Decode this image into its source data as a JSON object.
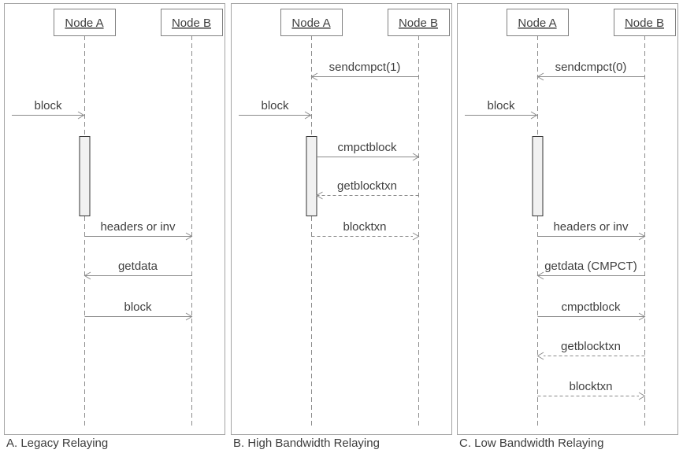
{
  "panels": [
    {
      "caption": "A. Legacy Relaying",
      "node_a": "Node A",
      "node_b": "Node B",
      "incoming": {
        "label": "block",
        "from": "external",
        "to": "Node A",
        "style": "solid"
      },
      "messages": [
        {
          "label": "headers or inv",
          "from": "Node A",
          "to": "Node B",
          "style": "solid"
        },
        {
          "label": "getdata",
          "from": "Node B",
          "to": "Node A",
          "style": "solid"
        },
        {
          "label": "block",
          "from": "Node A",
          "to": "Node B",
          "style": "solid"
        }
      ]
    },
    {
      "caption": "B. High Bandwidth Relaying",
      "node_a": "Node A",
      "node_b": "Node B",
      "pre_messages": [
        {
          "label": "sendcmpct(1)",
          "from": "Node B",
          "to": "Node A",
          "style": "solid"
        }
      ],
      "incoming": {
        "label": "block",
        "from": "external",
        "to": "Node A",
        "style": "solid"
      },
      "messages": [
        {
          "label": "cmpctblock",
          "from": "Node A",
          "to": "Node B",
          "style": "solid"
        },
        {
          "label": "getblocktxn",
          "from": "Node B",
          "to": "Node A",
          "style": "dashed"
        },
        {
          "label": "blocktxn",
          "from": "Node A",
          "to": "Node B",
          "style": "dashed"
        }
      ]
    },
    {
      "caption": "C. Low Bandwidth Relaying",
      "node_a": "Node A",
      "node_b": "Node B",
      "pre_messages": [
        {
          "label": "sendcmpct(0)",
          "from": "Node B",
          "to": "Node A",
          "style": "solid"
        }
      ],
      "incoming": {
        "label": "block",
        "from": "external",
        "to": "Node A",
        "style": "solid"
      },
      "messages": [
        {
          "label": "headers or inv",
          "from": "Node A",
          "to": "Node B",
          "style": "solid"
        },
        {
          "label": "getdata (CMPCT)",
          "from": "Node B",
          "to": "Node A",
          "style": "solid"
        },
        {
          "label": "cmpctblock",
          "from": "Node A",
          "to": "Node B",
          "style": "solid"
        },
        {
          "label": "getblocktxn",
          "from": "Node B",
          "to": "Node A",
          "style": "dashed"
        },
        {
          "label": "blocktxn",
          "from": "Node A",
          "to": "Node B",
          "style": "dashed"
        }
      ]
    }
  ],
  "colors": {
    "panel_border": "#a3a3a3",
    "node_border": "#808080",
    "line": "#8a8a8a",
    "text": "#3f3f3f",
    "activation_fill": "#f1f1f1",
    "activation_border": "#333333"
  }
}
